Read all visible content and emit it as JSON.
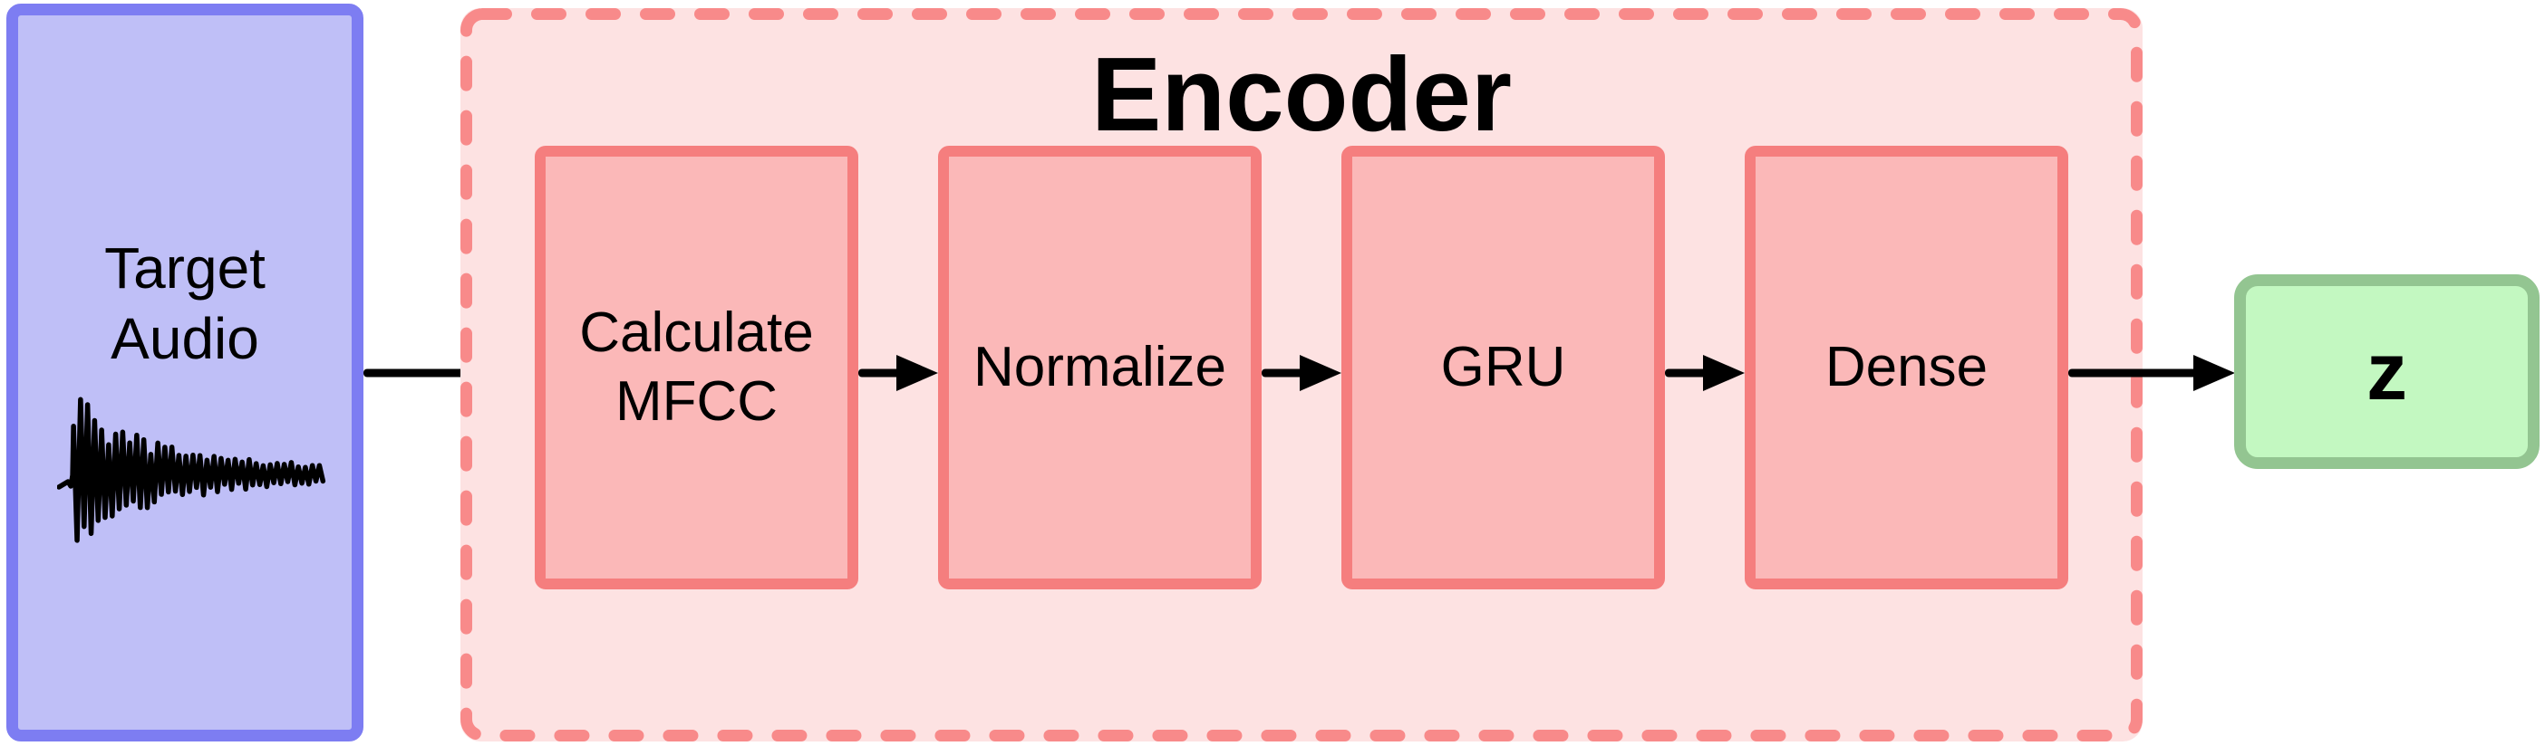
{
  "diagram": {
    "input_node": {
      "lines": [
        "Target",
        "Audio"
      ]
    },
    "encoder": {
      "title": "Encoder",
      "stages": [
        {
          "lines": [
            "Calculate",
            "MFCC"
          ]
        },
        {
          "lines": [
            "Normalize"
          ]
        },
        {
          "lines": [
            "GRU"
          ]
        },
        {
          "lines": [
            "Dense"
          ]
        }
      ]
    },
    "output_node": {
      "label": "z"
    },
    "icons": {
      "waveform": "audio-waveform-icon"
    },
    "colors": {
      "input_fill": "#bfbff7",
      "input_border": "#7d7df2",
      "encoder_fill": "#fde2e2",
      "encoder_border": "#f88a8a",
      "stage_fill": "#fbb8b8",
      "stage_border": "#f57e7e",
      "output_fill": "#c3f8c1",
      "output_border": "#93c591",
      "arrow": "#000000",
      "text": "#000000"
    }
  }
}
